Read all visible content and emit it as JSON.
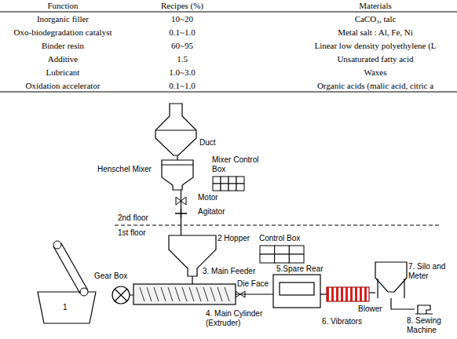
{
  "diagram": {
    "nodes": [
      {
        "text": [
          "Duct"
        ]
      },
      {
        "text": [
          "Henschel Mixer"
        ]
      },
      {
        "text": [
          "Mixer Control Box"
        ]
      },
      {
        "text": [
          "2 Hopper"
        ]
      },
      {
        "text": [
          "Control Box"
        ]
      },
      {
        "text": [
          "4. Main Cylinder (Extruder)"
        ]
      },
      {
        "text": [
          "5.Spare Rear"
        ]
      },
      {
        "text": [
          "6. Vibrators"
        ]
      },
      {
        "text": [
          "7. Silo and Meter"
        ]
      },
      {
        "text": [
          "8. Sewing Machine"
        ]
      }
    ],
    "edges": [
      {
        "from": 0,
        "to": 1,
        "arrow": "none"
      },
      {
        "from": 1,
        "to": 3,
        "arrow": "none"
      },
      {
        "from": 3,
        "to": 5,
        "arrow": "none"
      },
      {
        "from": 5,
        "to": 6,
        "arrow": "none"
      },
      {
        "from": 6,
        "to": 7,
        "arrow": "none"
      },
      {
        "from": 7,
        "to": 8,
        "arrow": "none"
      },
      {
        "from": 8,
        "to": 9,
        "arrow": "none"
      }
    ],
    "labels": [
      "Function",
      "Recipes (%)",
      "Materials",
      "Inorganic filler",
      "10~20",
      "CaCO₃, talc",
      "Oxo-biodegradation catalyst",
      "0.1~1.0",
      "Metal salt : Al, Fe, Ni",
      "Binder resin",
      "60~95",
      "Linear low density polyethylene (L",
      "Additive",
      "1.5",
      "Unsaturated fatty acid",
      "Lubricant",
      "1.0~3.0",
      "Waxes",
      "Oxidation accelerator",
      "0.1~1.0",
      "Organic acids (malic acid, citric a",
      "Motor",
      "Agitator",
      "2nd floor",
      "1st floor",
      "Gear Box",
      "1",
      "3. Main Feeder",
      "Die Face",
      "Blower"
    ]
  }
}
